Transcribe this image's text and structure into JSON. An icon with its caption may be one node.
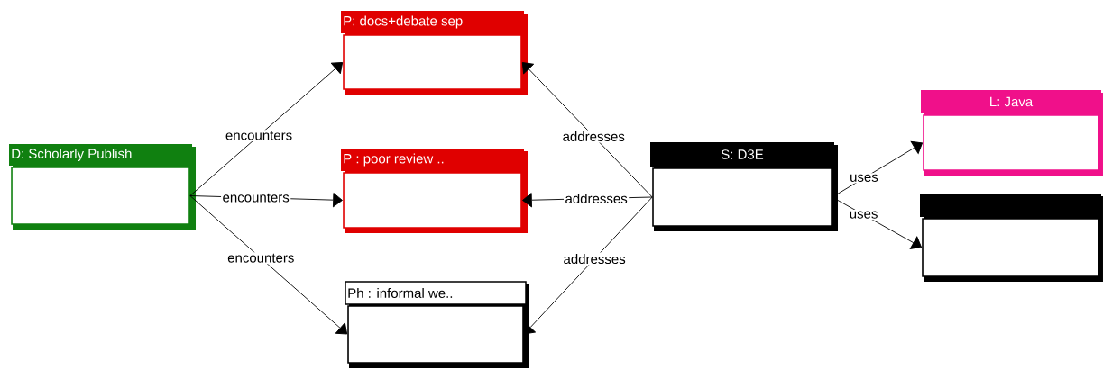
{
  "diagram": {
    "nodes": [
      {
        "text": [
          "D: Scholarly Publish"
        ]
      },
      {
        "text": [
          "P: docs+debate sep"
        ]
      },
      {
        "text": [
          "P : poor review .."
        ]
      },
      {
        "text": [
          "Ph : informal we.."
        ]
      },
      {
        "text": [
          "S: D3E"
        ]
      },
      {
        "text": [
          "L: Java"
        ]
      },
      {
        "text": [],
        "shape": "box"
      }
    ],
    "edges": [
      {
        "from": 0,
        "to": 1,
        "arrow": "to",
        "label": "encounters"
      },
      {
        "from": 0,
        "to": 2,
        "arrow": "to",
        "label": "encounters"
      },
      {
        "from": 0,
        "to": 3,
        "arrow": "to",
        "label": "encounters"
      },
      {
        "from": 4,
        "to": 1,
        "arrow": "to",
        "label": "addresses"
      },
      {
        "from": 4,
        "to": 2,
        "arrow": "to",
        "label": "addresses"
      },
      {
        "from": 4,
        "to": 3,
        "arrow": "to",
        "label": "addresses"
      },
      {
        "from": 4,
        "to": 5,
        "arrow": "to",
        "label": "uses"
      },
      {
        "from": 4,
        "to": 6,
        "arrow": "to",
        "label": "uses"
      }
    ]
  }
}
